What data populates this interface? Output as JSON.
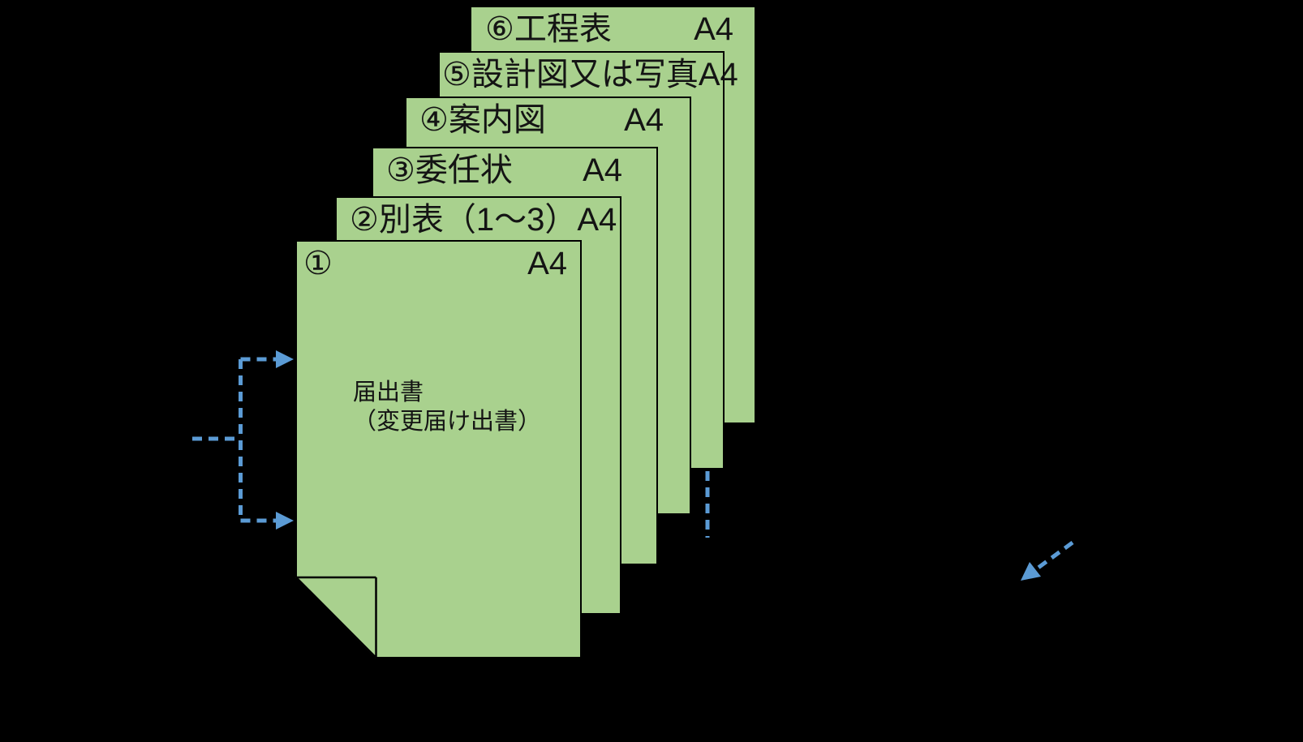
{
  "diagram": {
    "title_meaning": "stacked-documents-order",
    "background_color": "#000000",
    "sheet_fill_color": "#A9D18E",
    "sheet_border_color": "#000000",
    "arrow_color": "#5B9BD5",
    "sheets": [
      {
        "label": "①",
        "size": "A4",
        "body_line1": "届出書",
        "body_line2": "（変更届け出書）"
      },
      {
        "label": "②別表（1～3）",
        "size": "A4"
      },
      {
        "label": "③委任状",
        "size": "A4"
      },
      {
        "label": "④案内図",
        "size": "A4"
      },
      {
        "label": "⑤設計図又は写真",
        "size": "A4"
      },
      {
        "label": "⑥工程表",
        "size": "A4"
      }
    ]
  }
}
